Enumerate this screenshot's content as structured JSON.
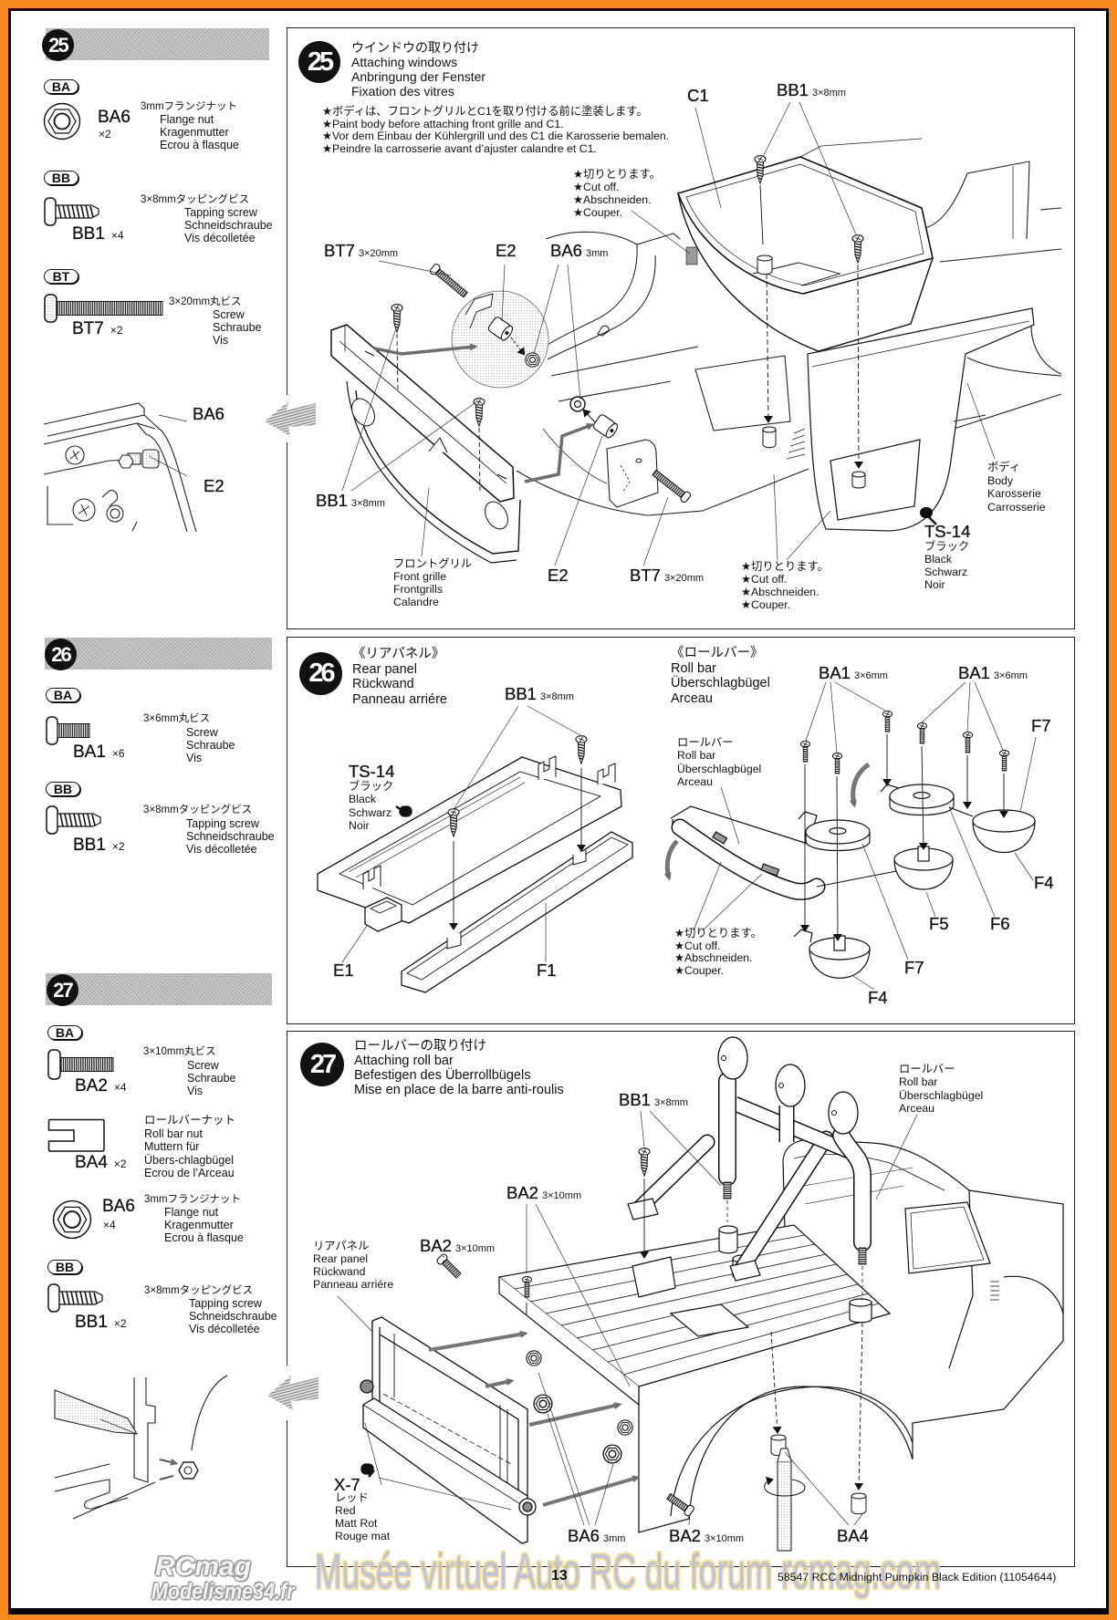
{
  "document": {
    "page_number": "13",
    "product_line": "58547  RCC Midnight Pumpkin Black Edition (11054644)"
  },
  "watermark": {
    "logo_top": "RCmag",
    "logo_bottom": "Modelisme34.fr",
    "banner": "Musée virtuel Auto RC du forum rcmag.com"
  },
  "colors": {
    "frame": "#f7891e",
    "ink": "#111111",
    "header_bar": "#bdbdbd",
    "watermark_fill": "#b8bedc",
    "watermark_outline": "#f2dd8e",
    "arrow_gray": "#8a8a8a"
  },
  "step25": {
    "number": "25",
    "parts": [
      {
        "badge": "BA",
        "code": "BA6",
        "qty": "×2",
        "spec": "3mmフランジナット",
        "names": [
          "Flange nut",
          "Kragenmutter",
          "Ecrou à flasque"
        ]
      },
      {
        "badge": "BB",
        "code": "BB1",
        "qty": "×4",
        "spec": "3×8mmタッピングビス",
        "names": [
          "Tapping screw",
          "Schneidschraube",
          "Vis décolletée"
        ]
      },
      {
        "badge": "BT",
        "code": "BT7",
        "qty": "×2",
        "spec": "3×20mm丸ビス",
        "names": [
          "Screw",
          "Schraube",
          "Vis"
        ]
      }
    ],
    "detail_labels": [
      "BA6",
      "E2"
    ],
    "title": [
      "ウインドウの取り付け",
      "Attaching windows",
      "Anbringung der Fenster",
      "Fixation des vitres"
    ],
    "notes": [
      "★ボディは、フロントグリルとC1を取り付ける前に塗装します。",
      "★Paint body before attaching front grille and C1.",
      "★Vor dem Einbau der Kühlergrill und des C1 die Karosserie bemalen.",
      "★Peindre la carrosserie avant d’ajuster calandre et C1."
    ],
    "labels": {
      "c1": "C1",
      "bb1_top": {
        "code": "BB1",
        "spec": "3×8mm"
      },
      "cut_top": [
        "★切りとります。",
        "★Cut off.",
        "★Abschneiden.",
        "★Couper."
      ],
      "bt7_left": {
        "code": "BT7",
        "spec": "3×20mm"
      },
      "e2_top": "E2",
      "ba6": {
        "code": "BA6",
        "spec": "3mm"
      },
      "bb1_left": {
        "code": "BB1",
        "spec": "3×8mm"
      },
      "front_grille": [
        "フロントグリル",
        "Front grille",
        "Frontgrills",
        "Calandre"
      ],
      "e2_bottom": "E2",
      "bt7_bottom": {
        "code": "BT7",
        "spec": "3×20mm"
      },
      "cut_bottom": [
        "★切りとります。",
        "★Cut off.",
        "★Abschneiden.",
        "★Couper."
      ],
      "paint": {
        "code": "TS-14",
        "names": [
          "ブラック",
          "Black",
          "Schwarz",
          "Noir"
        ]
      },
      "body": [
        "ボディ",
        "Body",
        "Karosserie",
        "Carrosserie"
      ]
    }
  },
  "step26": {
    "number": "26",
    "parts": [
      {
        "badge": "BA",
        "code": "BA1",
        "qty": "×6",
        "spec": "3×6mm丸ビス",
        "names": [
          "Screw",
          "Schraube",
          "Vis"
        ]
      },
      {
        "badge": "BB",
        "code": "BB1",
        "qty": "×2",
        "spec": "3×8mmタッピングビス",
        "names": [
          "Tapping screw",
          "Schneidschraube",
          "Vis décolletée"
        ]
      }
    ],
    "rear_panel": {
      "title": [
        "《リアパネル》",
        "Rear panel",
        "Rückwand",
        "Panneau arriére"
      ],
      "bb1": {
        "code": "BB1",
        "spec": "3×8mm"
      },
      "paint": {
        "code": "TS-14",
        "names": [
          "ブラック",
          "Black",
          "Schwarz",
          "Noir"
        ]
      },
      "e1": "E1",
      "f1": "F1"
    },
    "roll_bar": {
      "title": [
        "《ロールバー》",
        "Roll bar",
        "Überschlagbügel",
        "Arceau"
      ],
      "ba1_left": {
        "code": "BA1",
        "spec": "3×6mm"
      },
      "ba1_right": {
        "code": "BA1",
        "spec": "3×6mm"
      },
      "f7_top": "F7",
      "part_label": [
        "ロールバー",
        "Roll bar",
        "Überschlagbügel",
        "Arceau"
      ],
      "f4_right": "F4",
      "f5": "F5",
      "f6": "F6",
      "f7_bottom": "F7",
      "f4_bottom": "F4",
      "cut": [
        "★切りとります。",
        "★Cut off.",
        "★Abschneiden.",
        "★Couper."
      ]
    }
  },
  "step27": {
    "number": "27",
    "parts": [
      {
        "badge": "BA",
        "code": "BA2",
        "qty": "×4",
        "spec": "3×10mm丸ビス",
        "names": [
          "Screw",
          "Schraube",
          "Vis"
        ]
      },
      {
        "code": "BA4",
        "qty": "×2",
        "names": [
          "ロールバーナット",
          "Roll bar nut",
          "Muttern für",
          "Übers-chlagbügel",
          "Ecrou de l’Arceau"
        ]
      },
      {
        "code": "BA6",
        "qty": "×4",
        "spec": "3mmフランジナット",
        "names": [
          "Flange nut",
          "Kragenmutter",
          "Ecrou à flasque"
        ]
      },
      {
        "badge": "BB",
        "code": "BB1",
        "qty": "×2",
        "spec": "3×8mmタッピングビス",
        "names": [
          "Tapping screw",
          "Schneidschraube",
          "Vis décolletée"
        ]
      }
    ],
    "title": [
      "ロールバーの取り付け",
      "Attaching roll bar",
      "Befestigen des Überrollbügels",
      "Mise en place de la barre anti-roulis"
    ],
    "labels": {
      "bb1": {
        "code": "BB1",
        "spec": "3×8mm"
      },
      "ba2_mid": {
        "code": "BA2",
        "spec": "3×10mm"
      },
      "ba2_left": {
        "code": "BA2",
        "spec": "3×10mm"
      },
      "rear_panel": [
        "リアパネル",
        "Rear panel",
        "Rückwand",
        "Panneau arriére"
      ],
      "roll_bar": [
        "ロールバー",
        "Roll bar",
        "Überschlagbügel",
        "Arceau"
      ],
      "paint": {
        "code": "X-7",
        "names": [
          "レッド",
          "Red",
          "Matt Rot",
          "Rouge mat"
        ]
      },
      "ba6": {
        "code": "BA6",
        "spec": "3mm"
      },
      "ba2_bottom": {
        "code": "BA2",
        "spec": "3×10mm"
      },
      "ba4": "BA4"
    }
  }
}
